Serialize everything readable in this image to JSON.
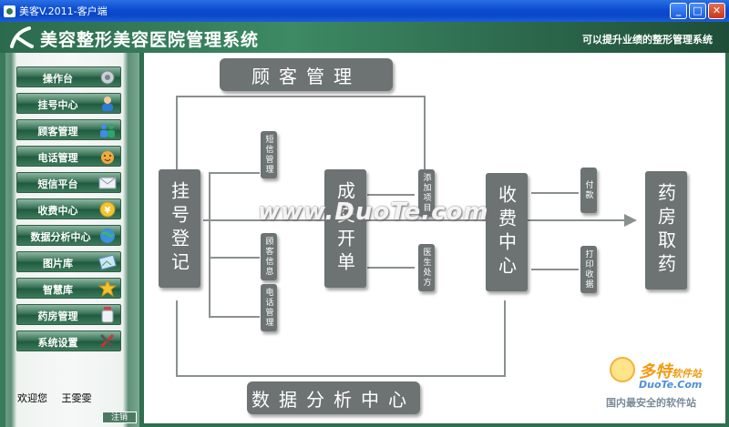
{
  "window": {
    "title": "美客V.2011-客户端",
    "minimize_label": "_",
    "maximize_label": "□",
    "close_label": "✕"
  },
  "header": {
    "app_title": "美容整形美容医院管理系统",
    "slogan": "可以提升业绩的整形管理系统"
  },
  "sidebar": {
    "items": [
      {
        "label": "操作台",
        "icon": "gear-icon"
      },
      {
        "label": "挂号中心",
        "icon": "user-icon"
      },
      {
        "label": "顾客管理",
        "icon": "users-icon"
      },
      {
        "label": "电话管理",
        "icon": "phone-icon"
      },
      {
        "label": "短信平台",
        "icon": "envelope-icon"
      },
      {
        "label": "收费中心",
        "icon": "coin-icon"
      },
      {
        "label": "数据分析中心",
        "icon": "globe-icon"
      },
      {
        "label": "图片库",
        "icon": "picture-icon"
      },
      {
        "label": "智慧库",
        "icon": "star-icon"
      },
      {
        "label": "药房管理",
        "icon": "bottle-icon"
      },
      {
        "label": "系统设置",
        "icon": "tools-icon"
      }
    ],
    "welcome_label": "欢迎您",
    "user_name": "王雯雯",
    "logout_label": "注销"
  },
  "flow": {
    "top_banner": "顾客管理",
    "bottom_banner": "数据分析中心",
    "register": "挂号登记",
    "sms": "短信管理",
    "customer_info": "顾客信息",
    "phone": "电话管理",
    "deal": "成交开单",
    "add_item": "添加项目",
    "doctor_rx": "医生处方",
    "cashier": "收费中心",
    "pay": "付款",
    "print": "打印收据",
    "pharmacy": "药房取药"
  },
  "watermark": {
    "text": "www.DuoTe.com",
    "brand": "多特",
    "brand_suffix": "软件站",
    "brand_site": "DuoTe.Com",
    "tagline": "国内最安全的软件站"
  },
  "colors": {
    "accent": "#2f6f4f",
    "box": "#6d7373"
  }
}
